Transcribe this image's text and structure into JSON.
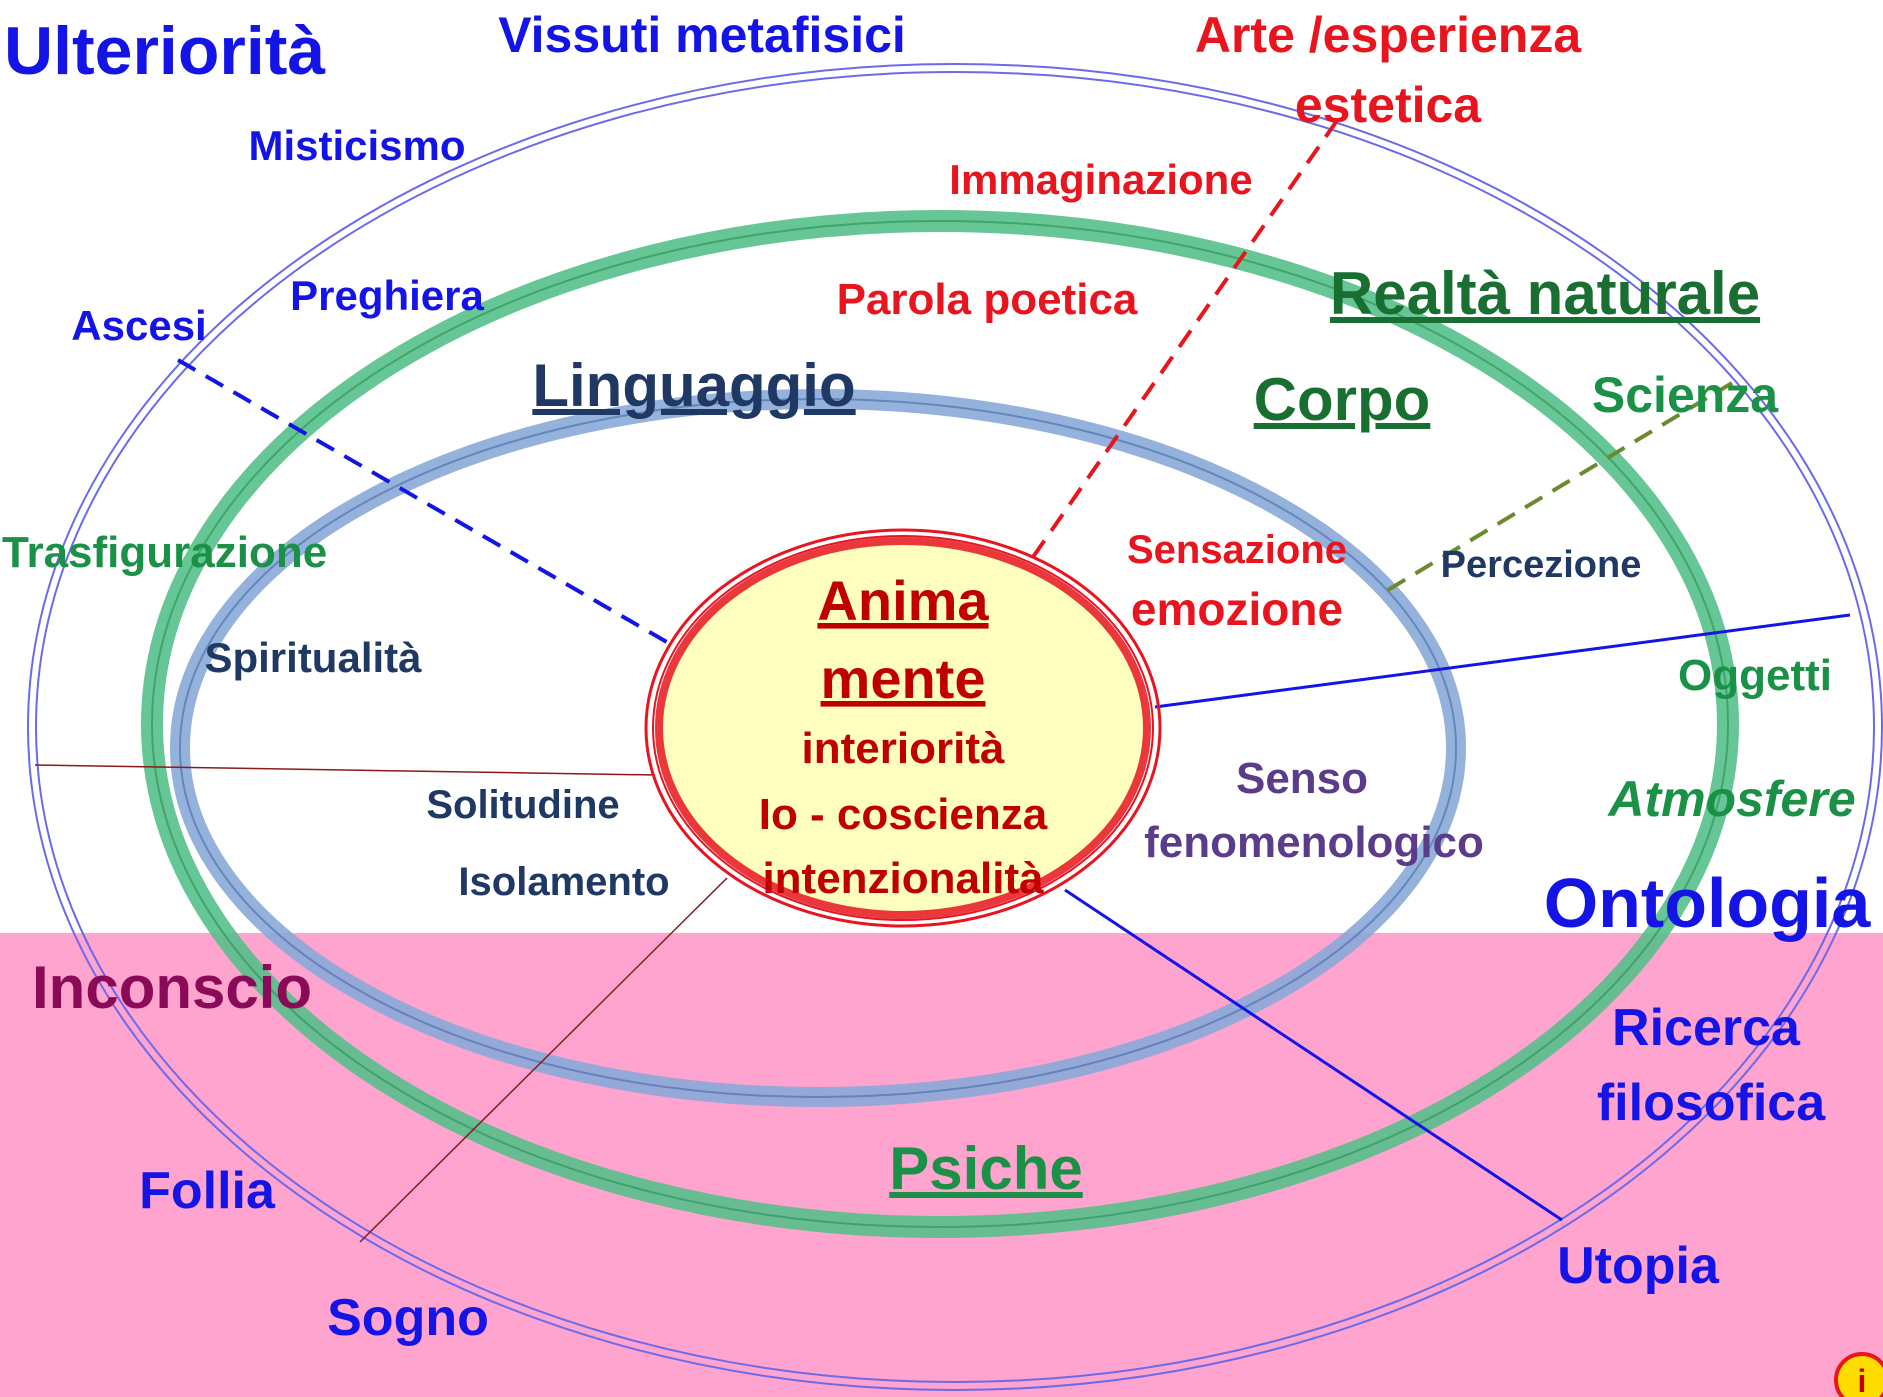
{
  "colors": {
    "background": "#ffffff",
    "unconscious_band": "#ffa3cf",
    "outer_ring": "#6b6bea",
    "green_ring": "#57c08a",
    "blue_ring": "#8aaad8",
    "core_fill": "#ffffc0",
    "core_ring": "#e8141e",
    "blue_text": "#1414e6",
    "red_text": "#e8141e",
    "dark_red_text": "#c00000",
    "green_text": "#1a9146",
    "dark_green_text": "#196e32",
    "navy_text": "#1f3864",
    "purple_text": "#5b3c8a",
    "maroon_text": "#8b0a57"
  },
  "outer": {
    "ulteriorita": "Ulteriorità",
    "vissuti": "Vissuti metafisici",
    "arte_line1": "Arte /esperienza",
    "arte_line2": "estetica",
    "misticismo": "Misticismo",
    "immaginazione": "Immaginazione",
    "ascesi": "Ascesi",
    "preghiera": "Preghiera",
    "trasfigurazione": "Trasfigurazione",
    "ontologia": "Ontologia",
    "ricerca_line1": "Ricerca",
    "ricerca_line2": "filosofica",
    "utopia": "Utopia",
    "follia": "Follia",
    "sogno": "Sogno",
    "inconscio": "Inconscio",
    "oggetti": "Oggetti",
    "atmosfere": "Atmosfere"
  },
  "middle": {
    "realta": "Realtà naturale",
    "scienza": "Scienza",
    "parola": "Parola poetica",
    "corpo": "Corpo",
    "psiche": "Psiche"
  },
  "inner": {
    "linguaggio": "Linguaggio",
    "spiritualita": "Spiritualità",
    "solitudine": "Solitudine",
    "isolamento": "Isolamento",
    "sensazione": "Sensazione",
    "emozione": "emozione",
    "percezione": "Percezione",
    "senso": "Senso",
    "fenomenologico": "fenomenologico"
  },
  "core": {
    "anima": "Anima",
    "mente": "mente",
    "interiorita": "interiorità",
    "io": "Io - coscienza",
    "intenzionalita": "intenzionalità"
  },
  "corner_badge": "i"
}
